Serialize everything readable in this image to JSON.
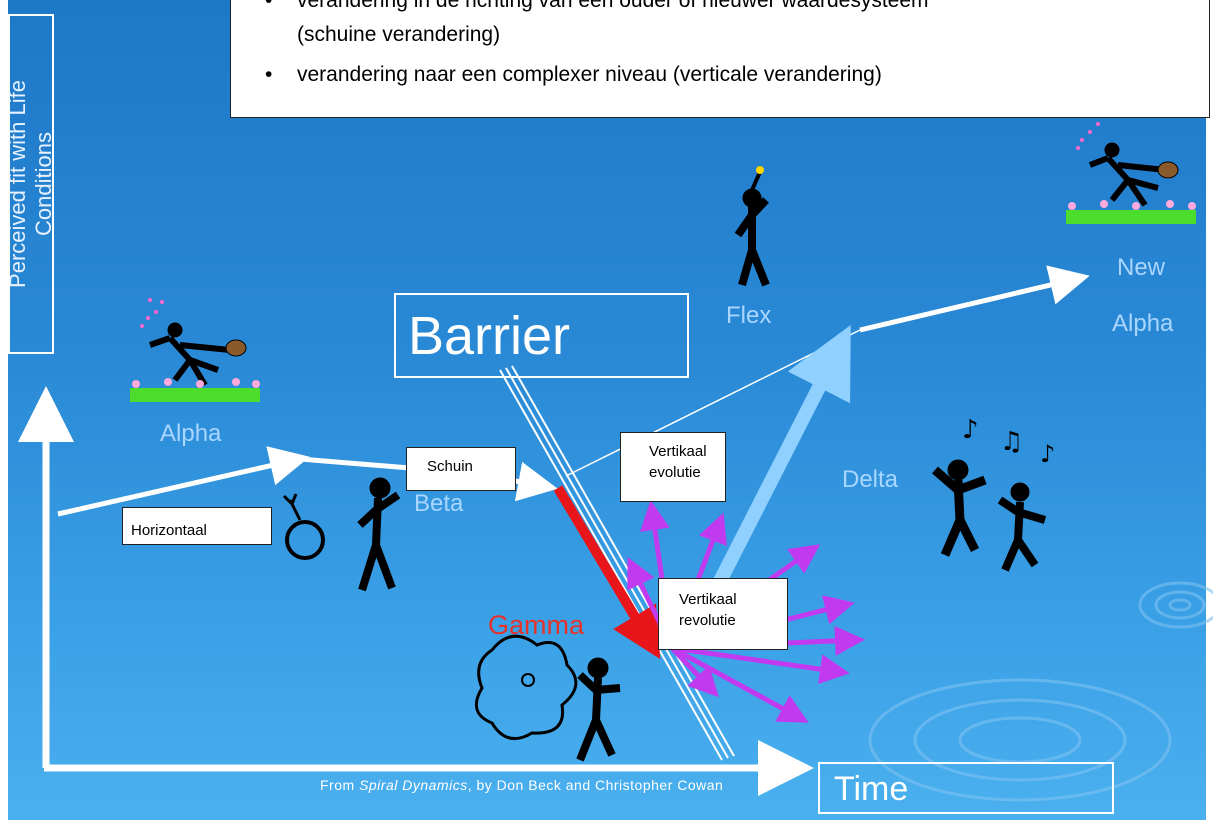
{
  "top_note": {
    "line1": "verandering in de richting van een ouder of nieuwer waardesysteem",
    "line2": "(schuine verandering)",
    "line3": "verandering naar een complexer niveau (verticale verandering)",
    "bullet": "•"
  },
  "axes": {
    "y_label_line1": "Perceived fit with Life",
    "y_label_line2": "Conditions",
    "x_label": "Time"
  },
  "stages": {
    "alpha": "Alpha",
    "beta": "Beta",
    "gamma": "Gamma",
    "delta": "Delta",
    "flex": "Flex",
    "new_alpha_line1": "New",
    "new_alpha_line2": "Alpha"
  },
  "barrier_label": "Barrier",
  "change_labels": {
    "horizontaal": "Horizontaal",
    "schuin": "Schuin",
    "vertikaal_evolutie_1": "Vertikaal",
    "vertikaal_evolutie_2": "evolutie",
    "vertikaal_revolutie_1": "Vertikaal",
    "vertikaal_revolutie_2": "revolutie"
  },
  "credit": {
    "prefix": "From ",
    "title": "Spiral Dynamics",
    "suffix": ", by Don Beck and Christopher Cowan"
  },
  "colors": {
    "background": "#2a8ad6",
    "axis": "#ffffff",
    "gamma_arrow": "#e8151a",
    "gamma_label": "#e5322b",
    "revolution_arrows": "#c23af0",
    "flex_arrow": "#8fd0ff",
    "stage_label": "#a9d6ff"
  }
}
